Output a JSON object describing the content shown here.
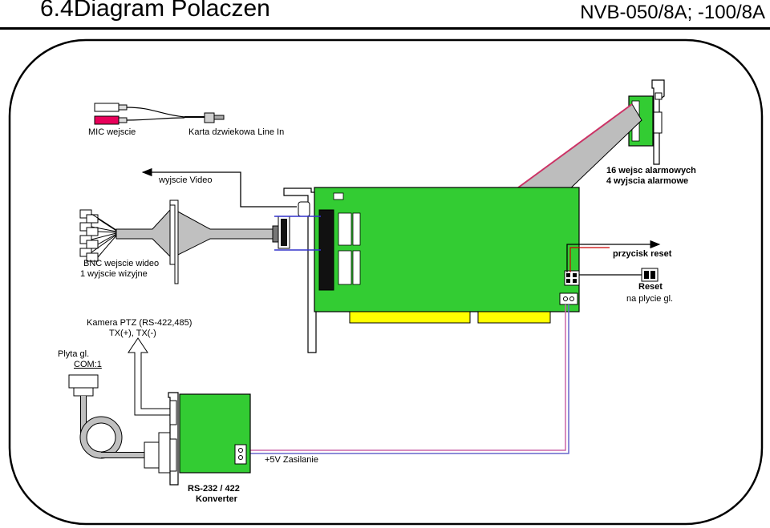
{
  "header": {
    "title": "6.4Diagram Polaczen",
    "model": "NVB-050/8A; -100/8A"
  },
  "labels": {
    "mic_in": "MIC wejscie",
    "sound_card": "Karta dzwiekowa  Line In",
    "video_out": "wyjscie Video",
    "alarm_line1": "16 wejsc alarmowych",
    "alarm_line2": "4 wyjscia alarmowe",
    "bnc_line1": "BNC wejscie wideo",
    "bnc_line2": "1 wyjscie wizyjne",
    "reset_button": "przycisk reset",
    "reset_mb_line1": "Reset",
    "reset_mb_line2": "na plycie gl.",
    "ptz_line1": "Kamera PTZ (RS-422,485)",
    "ptz_line2": "TX(+), TX(-)",
    "mb_line1": "Plyta gl.",
    "mb_line2": "COM:1",
    "power": "+5V Zasilanie",
    "converter_line1": "RS-232 / 422",
    "converter_line2": "Konverter"
  },
  "colors": {
    "board_green": "#33cc33",
    "ribbon_gray": "#bdbdbd",
    "video_gray": "#c0c0c0",
    "wire_blue": "#3333cc",
    "wire_pink": "#cc66aa",
    "wire_red": "#cc0000",
    "rca_red": "#e8005a"
  }
}
